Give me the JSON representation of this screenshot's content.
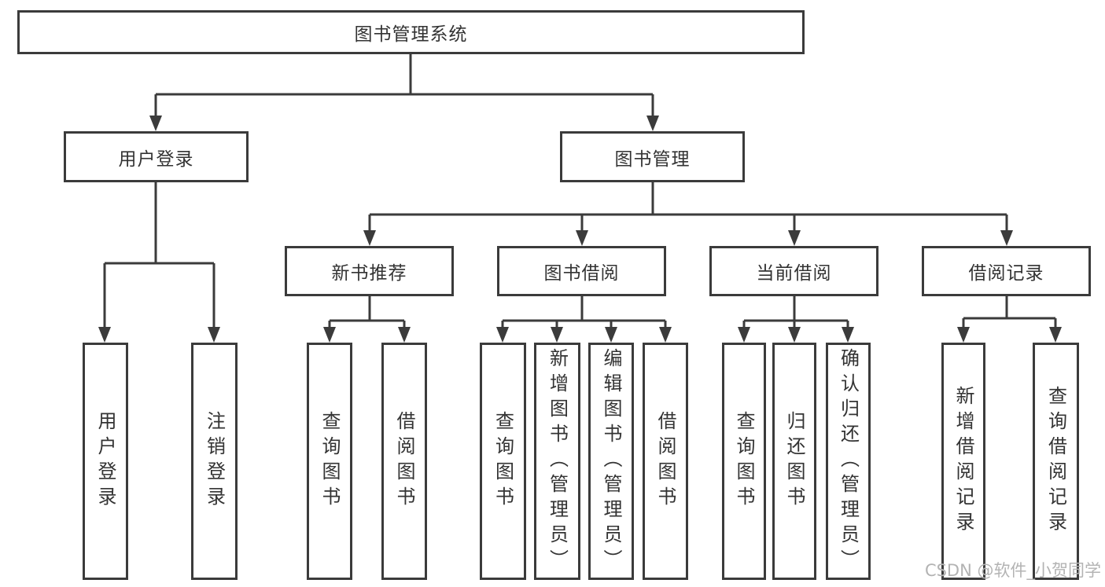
{
  "colors": {
    "line": "#3b3b3b",
    "text": "#333333",
    "watermark": "#b3b3b3"
  },
  "diagram": {
    "title": "图书管理系统",
    "level2": {
      "user_login": "用户登录",
      "book_mgmt": "图书管理"
    },
    "level3": {
      "new_books": "新书推荐",
      "book_borrow": "图书借阅",
      "current_borrow": "当前借阅",
      "borrow_records": "借阅记录"
    },
    "leaves": {
      "user_login": [
        "用户登录",
        "注销登录"
      ],
      "new_books": [
        "查询图书",
        "借阅图书"
      ],
      "book_borrow": [
        "查询图书",
        "新增图书（管理员）",
        "编辑图书（管理员）",
        "借阅图书"
      ],
      "current_borrow": [
        "查询图书",
        "归还图书",
        "确认归还（管理员）"
      ],
      "borrow_records": [
        "新增借阅记录",
        "查询借阅记录"
      ]
    }
  },
  "watermark": {
    "text": "CSDN @软件_小贺同学"
  }
}
